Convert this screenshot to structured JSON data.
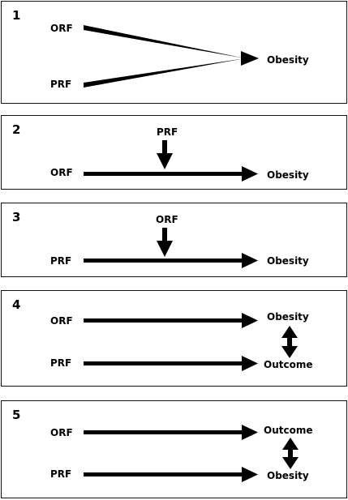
{
  "panels": [
    {
      "number": "1",
      "labels": {
        "top": "ORF",
        "bottom": "PRF",
        "target": "Obesity"
      }
    },
    {
      "number": "2",
      "labels": {
        "modifier": "PRF",
        "source": "ORF",
        "target": "Obesity"
      }
    },
    {
      "number": "3",
      "labels": {
        "modifier": "ORF",
        "source": "PRF",
        "target": "Obesity"
      }
    },
    {
      "number": "4",
      "labels": {
        "top_source": "ORF",
        "top_target": "Obesity",
        "bottom_source": "PRF",
        "bottom_target": "Outcome"
      }
    },
    {
      "number": "5",
      "labels": {
        "top_source": "ORF",
        "top_target": "Outcome",
        "bottom_source": "PRF",
        "bottom_target": "Obesity"
      }
    }
  ]
}
